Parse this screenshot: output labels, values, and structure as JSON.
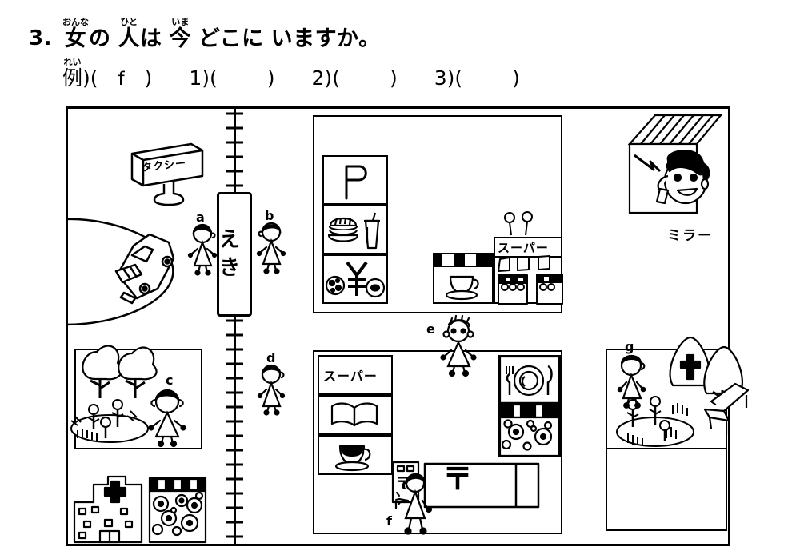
{
  "header": {
    "question_number": "3.",
    "question_parts": [
      {
        "ruby": "おんな",
        "base": "女"
      },
      {
        "ruby": "",
        "base": "の"
      },
      {
        "ruby": "ひと",
        "base": "人"
      },
      {
        "ruby": "",
        "base": "は"
      },
      {
        "ruby": "いま",
        "base": "今"
      },
      {
        "ruby": "",
        "base": "どこに"
      },
      {
        "ruby": "",
        "base": "いますか。"
      }
    ],
    "question_text": "女の 人は 今 どこに いますか。",
    "answers": [
      {
        "label": "例",
        "ruby": "れい",
        "paren_open": "(",
        "value": "f",
        "paren_close": ")"
      },
      {
        "label": "1",
        "ruby": "",
        "paren_open": "(",
        "value": "",
        "paren_close": ")"
      },
      {
        "label": "2",
        "ruby": "",
        "paren_open": "(",
        "value": "",
        "paren_close": ")"
      },
      {
        "label": "3",
        "ruby": "",
        "paren_open": "(",
        "value": "",
        "paren_close": ")"
      }
    ]
  },
  "map": {
    "station_label": "えき",
    "taxi_sign_label": "タクシー",
    "mirror_shop_label": "ミラー",
    "supermarket_top_label": "スーパー",
    "supermarket_bottom_label": "スーパー",
    "parking_label": "P",
    "yen_label": "¥",
    "post_office_label": "〒",
    "post_box_label": "〒",
    "people": [
      {
        "id": "a",
        "label": "a"
      },
      {
        "id": "b",
        "label": "b"
      },
      {
        "id": "c",
        "label": "c"
      },
      {
        "id": "d",
        "label": "d"
      },
      {
        "id": "e",
        "label": "e"
      },
      {
        "id": "f",
        "label": "f"
      },
      {
        "id": "g",
        "label": "g"
      }
    ]
  },
  "colors": {
    "ink": "#000000",
    "paper": "#ffffff"
  }
}
